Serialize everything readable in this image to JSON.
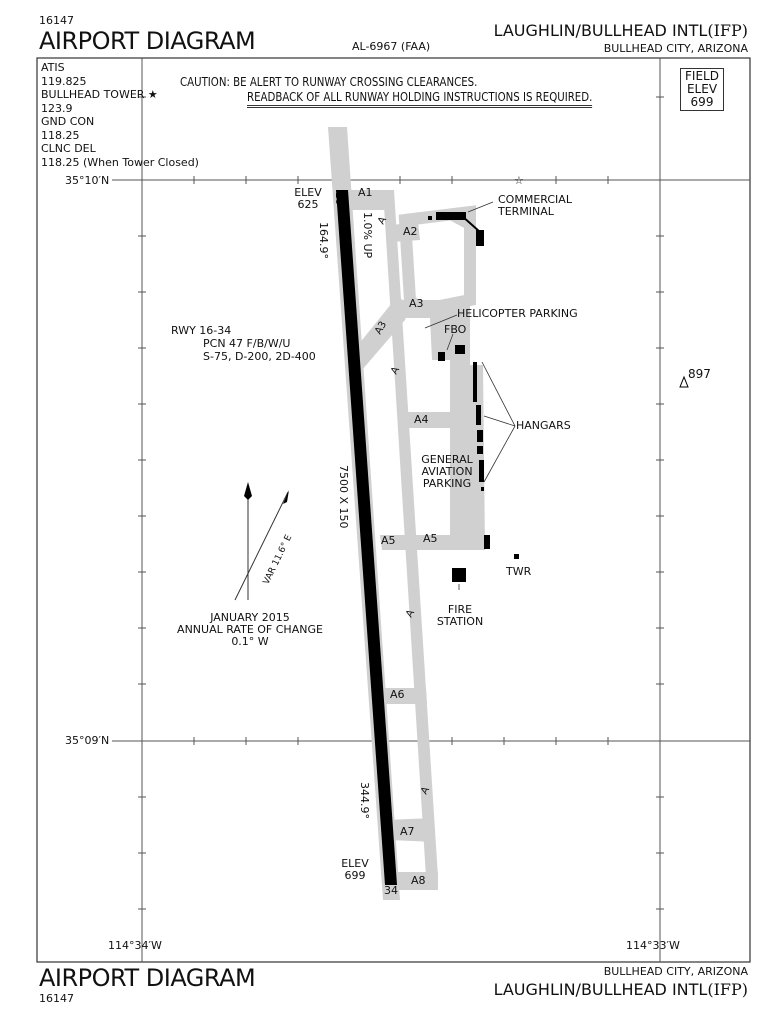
{
  "header": {
    "chart_number": "16147",
    "title": "AIRPORT DIAGRAM",
    "faa_id": "AL-6967 (FAA)",
    "airport_name": "LAUGHLIN/BULLHEAD INTL",
    "airport_code": "(IFP)",
    "city": "BULLHEAD CITY, ARIZONA"
  },
  "frequencies": [
    {
      "label": "ATIS",
      "value": "119.825"
    },
    {
      "label": "BULLHEAD TOWER ★",
      "value": "123.9"
    },
    {
      "label": "GND CON",
      "value": "118.25"
    },
    {
      "label": "CLNC DEL",
      "value": "118.25 (When Tower Closed)"
    }
  ],
  "caution": {
    "line1": "CAUTION: BE ALERT TO RUNWAY CROSSING CLEARANCES.",
    "line2": "READBACK OF ALL RUNWAY HOLDING INSTRUCTIONS IS REQUIRED."
  },
  "field_elev": {
    "line1": "FIELD",
    "line2": "ELEV",
    "value": "699"
  },
  "coordinates": {
    "lat_north": "35°10′N",
    "lat_south": "35°09′N",
    "lon_west": "114°34′W",
    "lon_east": "114°33′W"
  },
  "runway": {
    "id": "RWY 16-34",
    "pcn": "PCN 47 F/B/W/U",
    "strength": "S-75, D-200, 2D-400",
    "dimensions": "7500 X 150",
    "end_north": {
      "number": "16",
      "elev_label": "ELEV",
      "elev": "625",
      "heading": "164.9°",
      "gradient": "1.0% UP"
    },
    "end_south": {
      "number": "34",
      "elev_label": "ELEV",
      "elev": "699",
      "heading": "344.9°"
    }
  },
  "taxiways": [
    "A",
    "A1",
    "A2",
    "A3",
    "A4",
    "A5",
    "A6",
    "A7",
    "A8"
  ],
  "labels": {
    "commercial_terminal": [
      "COMMERCIAL",
      "TERMINAL"
    ],
    "helicopter_parking": "HELICOPTER PARKING",
    "fbo": "FBO",
    "hangars": "HANGARS",
    "ga_parking": [
      "GENERAL",
      "AVIATION",
      "PARKING"
    ],
    "tower": "TWR",
    "fire_station": [
      "FIRE",
      "STATION"
    ],
    "obstacle_elev": "897"
  },
  "magnetic": {
    "variation": "VAR 11.6° E",
    "date": "JANUARY 2015",
    "rate_label": "ANNUAL RATE OF CHANGE",
    "rate": "0.1° W"
  },
  "footer": {
    "title": "AIRPORT DIAGRAM",
    "chart_number": "16147",
    "city": "BULLHEAD CITY, ARIZONA",
    "airport_name": "LAUGHLIN/BULLHEAD INTL",
    "airport_code": "(IFP)"
  }
}
